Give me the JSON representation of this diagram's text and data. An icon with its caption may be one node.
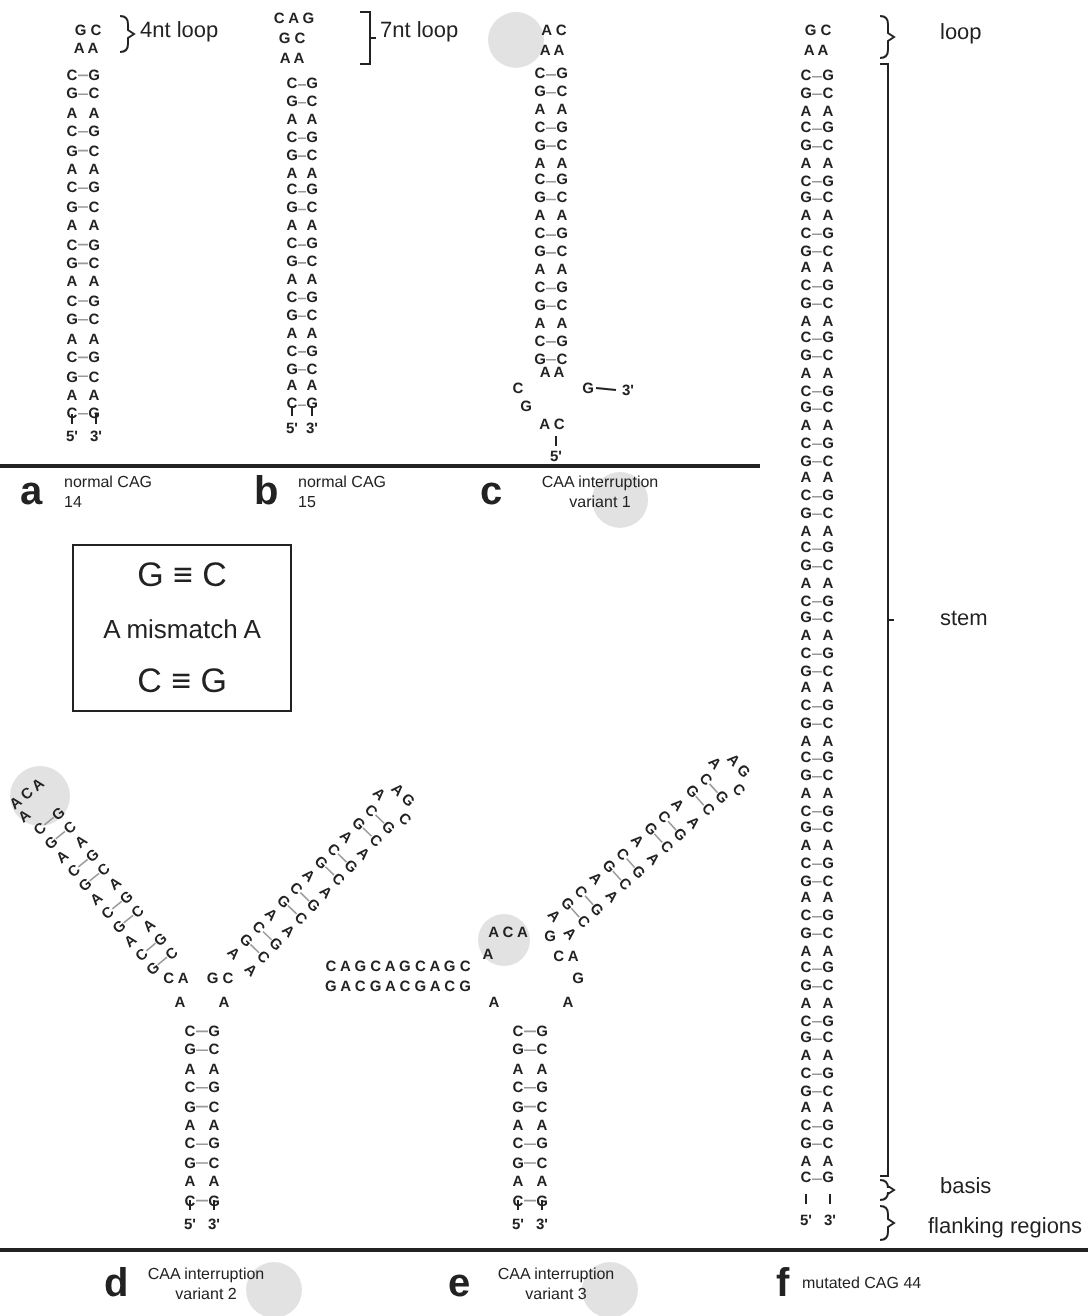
{
  "diagram": {
    "nodes": [
      {
        "text": [
          "G ≡ C",
          "A mismatch A",
          "C ≡ G"
        ]
      }
    ],
    "labels": [
      "G C",
      "A A",
      "CGACGACGACGACGACGAC",
      "GCAGCAGCAGCAGCAGCAG",
      "5'",
      "3'",
      "4nt loop",
      "a",
      "normal CAG 14",
      "C A G",
      "G C",
      "A A",
      "CGACGACGACGACGACGAC",
      "GCAGCAGCAGCAGCAGCAG",
      "5'",
      "3'",
      "7nt loop",
      "b",
      "normal CAG 15",
      "A C",
      "A A",
      "CGACGACGACGACGACG",
      "GCAGCAGCAGCAGCAGC",
      "A A",
      "C",
      "G",
      "3'",
      "G",
      "A C",
      "5'",
      "c",
      "CAA interruption variant 1",
      "loop",
      "G C",
      "A A",
      "CGACGACGACGACGACGACGACGACGACGACGACGACGACGACGACGACGACGACGACGACGAC",
      "GCAGCAGCAGCAGCAGCAGCAGCAGCAGCAGCAGCAGCAGCAGCAGCAGCAGCAGCAGCAGCAG",
      "stem",
      "basis",
      "5'",
      "3'",
      "flanking regions",
      "A C A",
      "A",
      "CGACGACGACG",
      "GCAGCAGCAGC",
      "C A",
      "G C",
      "A G",
      "C",
      "A",
      "CGACGACGACGA",
      "GCAGCAGCAGCA",
      "A",
      "A",
      "CGACGACGAC",
      "GCAGCAGCAG",
      "5'",
      "3'",
      "C A G C A G C A G C",
      "G A C G A C G A C G",
      "A C A",
      "A",
      "A G",
      "C",
      "A",
      "CGACGACGACGA",
      "GCAGCAGCAGCA",
      "G",
      "C A",
      "G",
      "A",
      "A",
      "CGACGACGAC",
      "GCAGCAGCAG",
      "5'",
      "3'",
      "d",
      "CAA interruption variant 2",
      "e",
      "CAA interruption variant 3",
      "f",
      "mutated CAG 44"
    ]
  }
}
